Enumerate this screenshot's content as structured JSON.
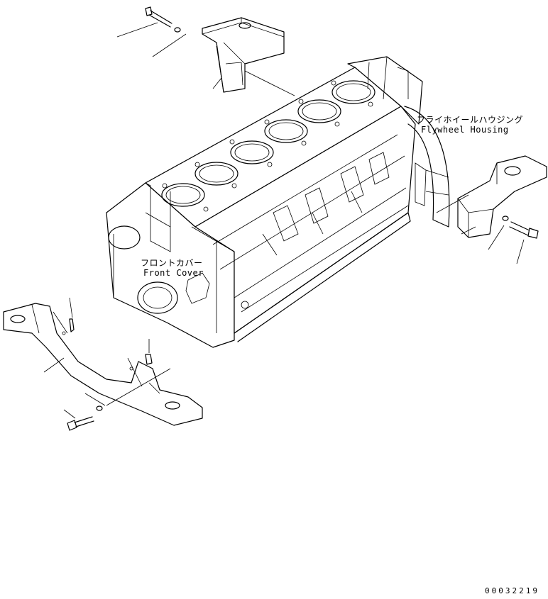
{
  "labels": {
    "flywheel_housing": {
      "jp": "フライホイールハウジング",
      "en": "Flywheel Housing"
    },
    "front_cover": {
      "jp": "フロントカバー",
      "en": "Front Cover"
    }
  },
  "drawing_number": "00032219",
  "colors": {
    "line": "#000000",
    "background": "#ffffff"
  }
}
